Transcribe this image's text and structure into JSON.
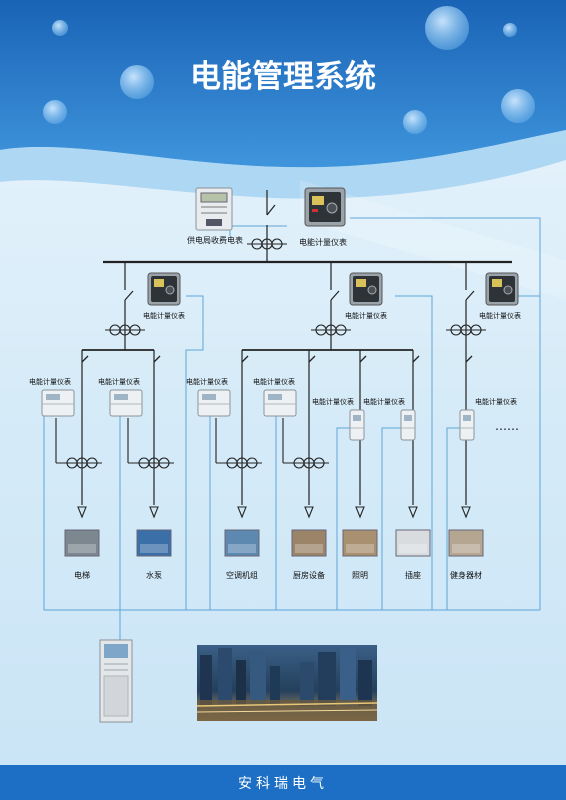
{
  "header": {
    "title": "电能管理系统"
  },
  "top": {
    "utility_meter_label": "供电局收费电表",
    "main_meter_label": "电能计量仪表"
  },
  "level2": [
    {
      "label": "电能计量仪表"
    },
    {
      "label": "电能计量仪表"
    },
    {
      "label": "电能计量仪表"
    }
  ],
  "level3": [
    {
      "label": "电能计量仪表"
    },
    {
      "label": "电能计量仪表"
    },
    {
      "label": "电能计量仪表"
    },
    {
      "label": "电能计量仪表"
    },
    {
      "label": "电能计量仪表"
    },
    {
      "label": "电能计量仪表"
    },
    {
      "label": "电能计量仪表"
    }
  ],
  "ellipsis": "……",
  "loads": [
    {
      "label": "电梯",
      "icon": "elevator-icon"
    },
    {
      "label": "水泵",
      "icon": "water-pump-icon"
    },
    {
      "label": "空调机组",
      "icon": "air-conditioner-unit-icon"
    },
    {
      "label": "厨房设备",
      "icon": "kitchen-equipment-icon"
    },
    {
      "label": "照明",
      "icon": "lighting-icon"
    },
    {
      "label": "插座",
      "icon": "socket-icon"
    },
    {
      "label": "健身器材",
      "icon": "gym-equipment-icon"
    }
  ],
  "footer": {
    "company": "安科瑞电气"
  },
  "colors": {
    "header_blue": "#1e6fc0",
    "line_dark": "#222222",
    "comm_line": "#5fa6d8",
    "footer_blue": "#1c6fc4"
  }
}
